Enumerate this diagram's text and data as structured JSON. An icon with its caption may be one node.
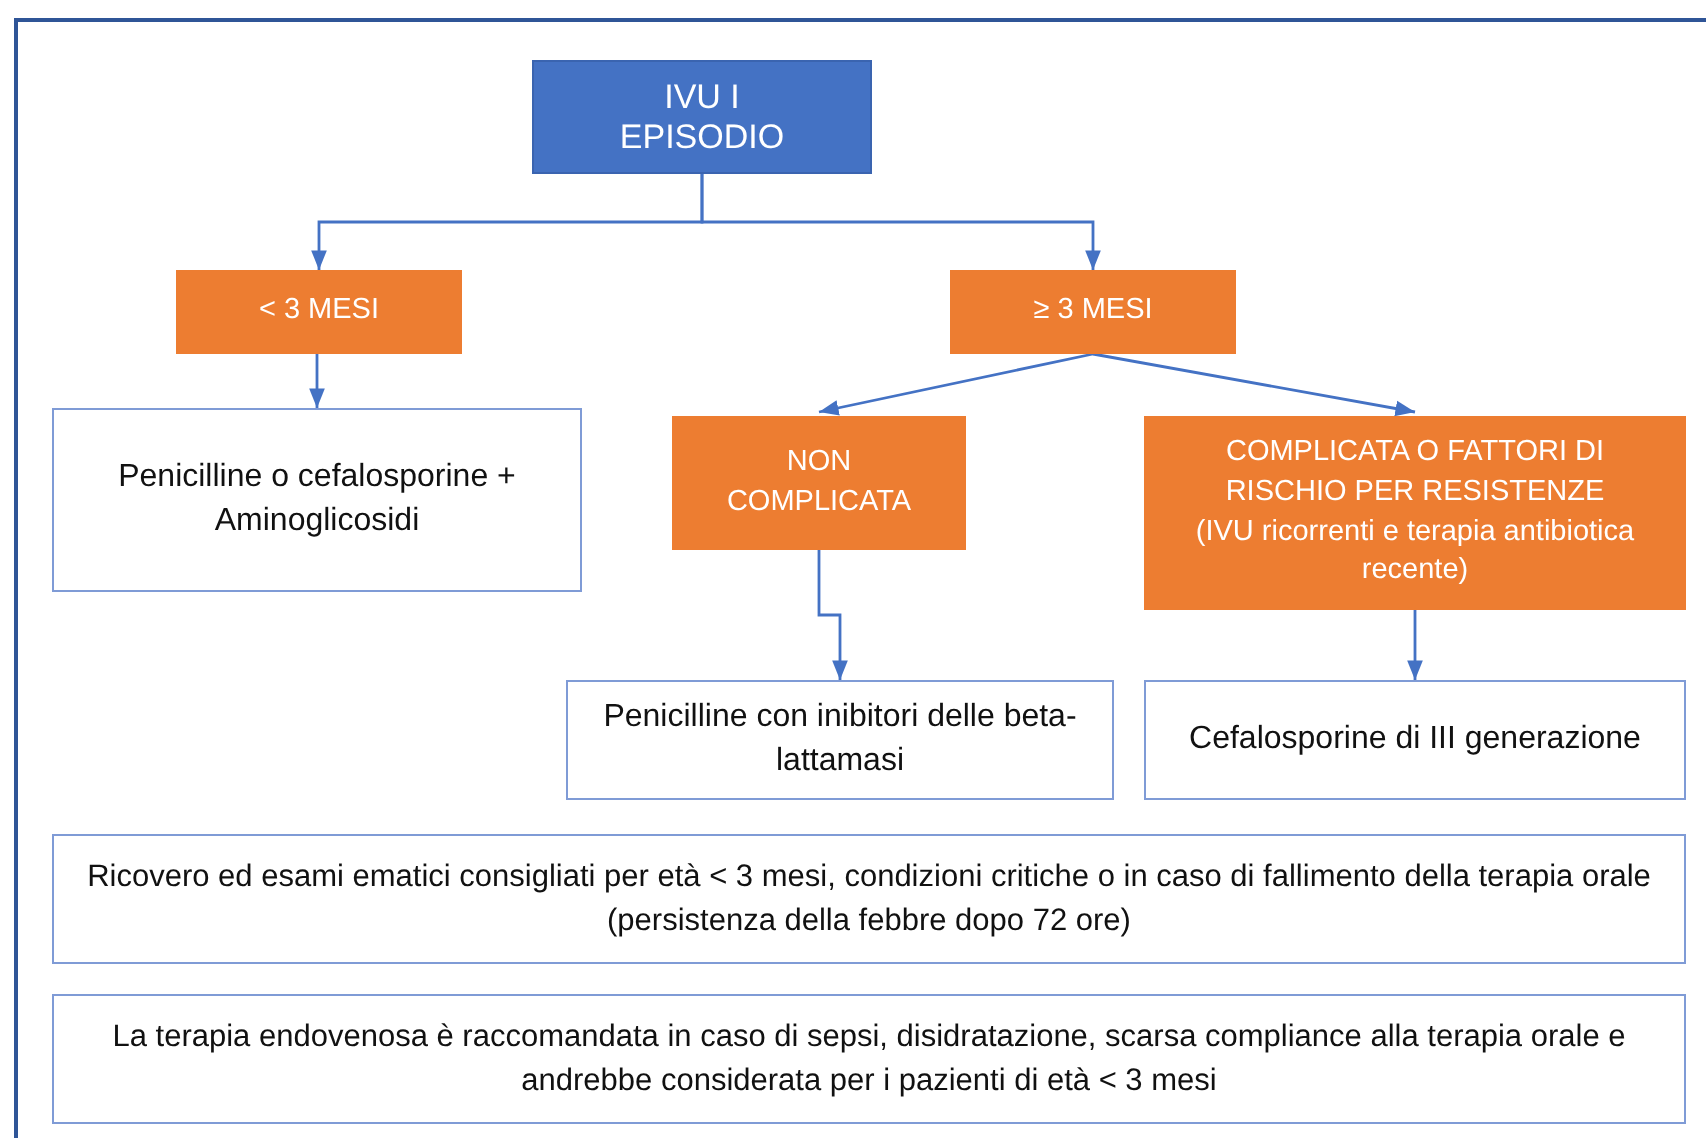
{
  "diagram": {
    "nodes": [
      {
        "text": [
          "IVU I EPISODIO"
        ]
      },
      {
        "text": [
          "< 3 MESI"
        ]
      },
      {
        "text": [
          "≥ 3 MESI"
        ]
      },
      {
        "text": [
          "Penicilline o cefalosporine + Aminoglicosidi"
        ]
      },
      {
        "text": [
          "NON COMPLICATA"
        ]
      },
      {
        "text": [
          "COMPLICATA O FATTORI DI RISCHIO PER RESISTENZE",
          "(IVU ricorrenti e terapia antibiotica recente)"
        ]
      },
      {
        "text": [
          "Penicilline con inibitori delle beta-lattamasi"
        ]
      },
      {
        "text": [
          "Cefalosporine di III generazione"
        ]
      },
      {
        "text": [
          "Ricovero ed esami ematici consigliati per età < 3 mesi, condizioni critiche o in caso di fallimento della terapia orale (persistenza della febbre dopo 72 ore)"
        ]
      },
      {
        "text": [
          "La terapia endovenosa è raccomandata in caso di sepsi, disidratazione, scarsa compliance alla terapia orale e andrebbe considerata per i pazienti di età < 3 mesi"
        ]
      }
    ],
    "edges": [
      {
        "from": 0,
        "to": 1,
        "arrow": "to"
      },
      {
        "from": 0,
        "to": 2,
        "arrow": "to"
      },
      {
        "from": 1,
        "to": 3,
        "arrow": "to"
      },
      {
        "from": 2,
        "to": 4,
        "arrow": "to"
      },
      {
        "from": 2,
        "to": 5,
        "arrow": "to"
      },
      {
        "from": 4,
        "to": 6,
        "arrow": "to"
      },
      {
        "from": 5,
        "to": 7,
        "arrow": "to"
      }
    ]
  }
}
